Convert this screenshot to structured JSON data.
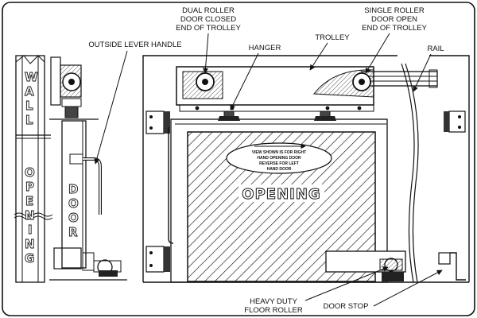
{
  "labels": {
    "dual_roller": [
      "DUAL ROLLER",
      "DOOR CLOSED",
      "END OF TROLLEY"
    ],
    "single_roller": [
      "SINGLE ROLLER",
      "DOOR OPEN",
      "END OF TROLLEY"
    ],
    "trolley": "TROLLEY",
    "hanger": "HANGER",
    "rail": "RAIL",
    "outside_lever_handle": "OUTSIDE LEVER HANDLE",
    "heavy_duty_floor_roller": [
      "HEAVY DUTY",
      "FLOOR ROLLER"
    ],
    "door_stop": "DOOR STOP"
  },
  "side_text": {
    "wall": [
      "W",
      "A",
      "L",
      "L"
    ],
    "opening": [
      "O",
      "P",
      "E",
      "N",
      "I",
      "N",
      "G"
    ],
    "door": [
      "D",
      "O",
      "O",
      "R"
    ]
  },
  "door_panel": {
    "opening_label": "OPENING",
    "note": [
      "VIEW SHOWN IS FOR RIGHT",
      "HAND OPENING DOOR",
      "REVERSE FOR LEFT",
      "HAND DOOR"
    ]
  }
}
